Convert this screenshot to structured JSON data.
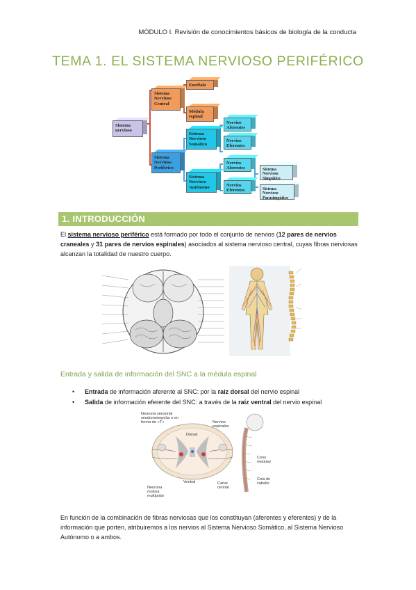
{
  "header": {
    "text": "MÓDULO I. Revisión de conocimientos básicos de biología de la conducta"
  },
  "title": "TEMA 1. EL SISTEMA NERVIOSO PERIFÉRICO",
  "diagram": {
    "root": [
      "Sistema",
      "nervioso"
    ],
    "snc": [
      "Sistema",
      "Nervioso",
      "Central"
    ],
    "encefalo": "Encéfalo",
    "medula": [
      "Médula",
      "espinal"
    ],
    "snp": [
      "Sistema",
      "Nervioso",
      "Periférico"
    ],
    "sns": [
      "Sistema",
      "Nervioso",
      "Somático"
    ],
    "sna": [
      "Sistema",
      "Nervioso",
      "Autónomo"
    ],
    "aferentes1": [
      "Nervios",
      "Aferentes"
    ],
    "eferentes1": [
      "Nervios",
      "Eferentes"
    ],
    "aferentes2": [
      "Nervios",
      "Aferentes"
    ],
    "eferentes2": [
      "Nervios",
      "Eferentes"
    ],
    "simpatico": [
      "Sistema",
      "Nervioso",
      "Simpático"
    ],
    "parasimpatico": [
      "Sistema",
      "Nervioso",
      "Parasimpático"
    ],
    "colors": {
      "root": "#c9c3e8",
      "snc": "#f09a5c",
      "snp": "#3d9fe0",
      "leaf": "#22c7e8"
    }
  },
  "section": {
    "label": "1. INTRODUCCIÓN"
  },
  "intro": {
    "p1": "El",
    "term": "sistema nervioso periférico",
    "p2": " está formado por todo el conjunto de nervios (",
    "b1": "12 pares de nervios craneales",
    "p3": " y ",
    "b2": "31 pares de nervios espinales",
    "p4": ") asociados al sistema nervioso central, cuyas fibras nerviosas alcanzan la totalidad de nuestro cuerpo."
  },
  "subheading": "Entrada y salida de información del SNC a la médula espinal",
  "bullets": [
    {
      "b": "Entrada",
      "t1": " de información aferente al SNC: por la ",
      "b2": "raíz dorsal",
      "t2": " del nervio espinal"
    },
    {
      "b": "Salida",
      "t1": " de información eferente del SNC: a través de la ",
      "b2": "raíz ventral",
      "t2": " del nervio espinal"
    }
  ],
  "figure": {
    "neurona_sensorial": "Neurona sensorial seudomonopolar o en forma de «T»",
    "dorsal": "Dorsal",
    "nervios_espinales": "Nervios espinales",
    "cono_medular": "Cono medular",
    "cola_caballo": "Cola de caballo",
    "ventral": "Ventral",
    "canal_central": "Canal central",
    "neurona_motora": "Neurona motora multipolar"
  },
  "closing": "En función de la combinación de fibras nerviosas que los constituyan (aferentes y eferentes) y de la información que porten, atribuiremos a los nervios al Sistema Nervioso Somático, al Sistema Nervioso Autónomo o a ambos."
}
